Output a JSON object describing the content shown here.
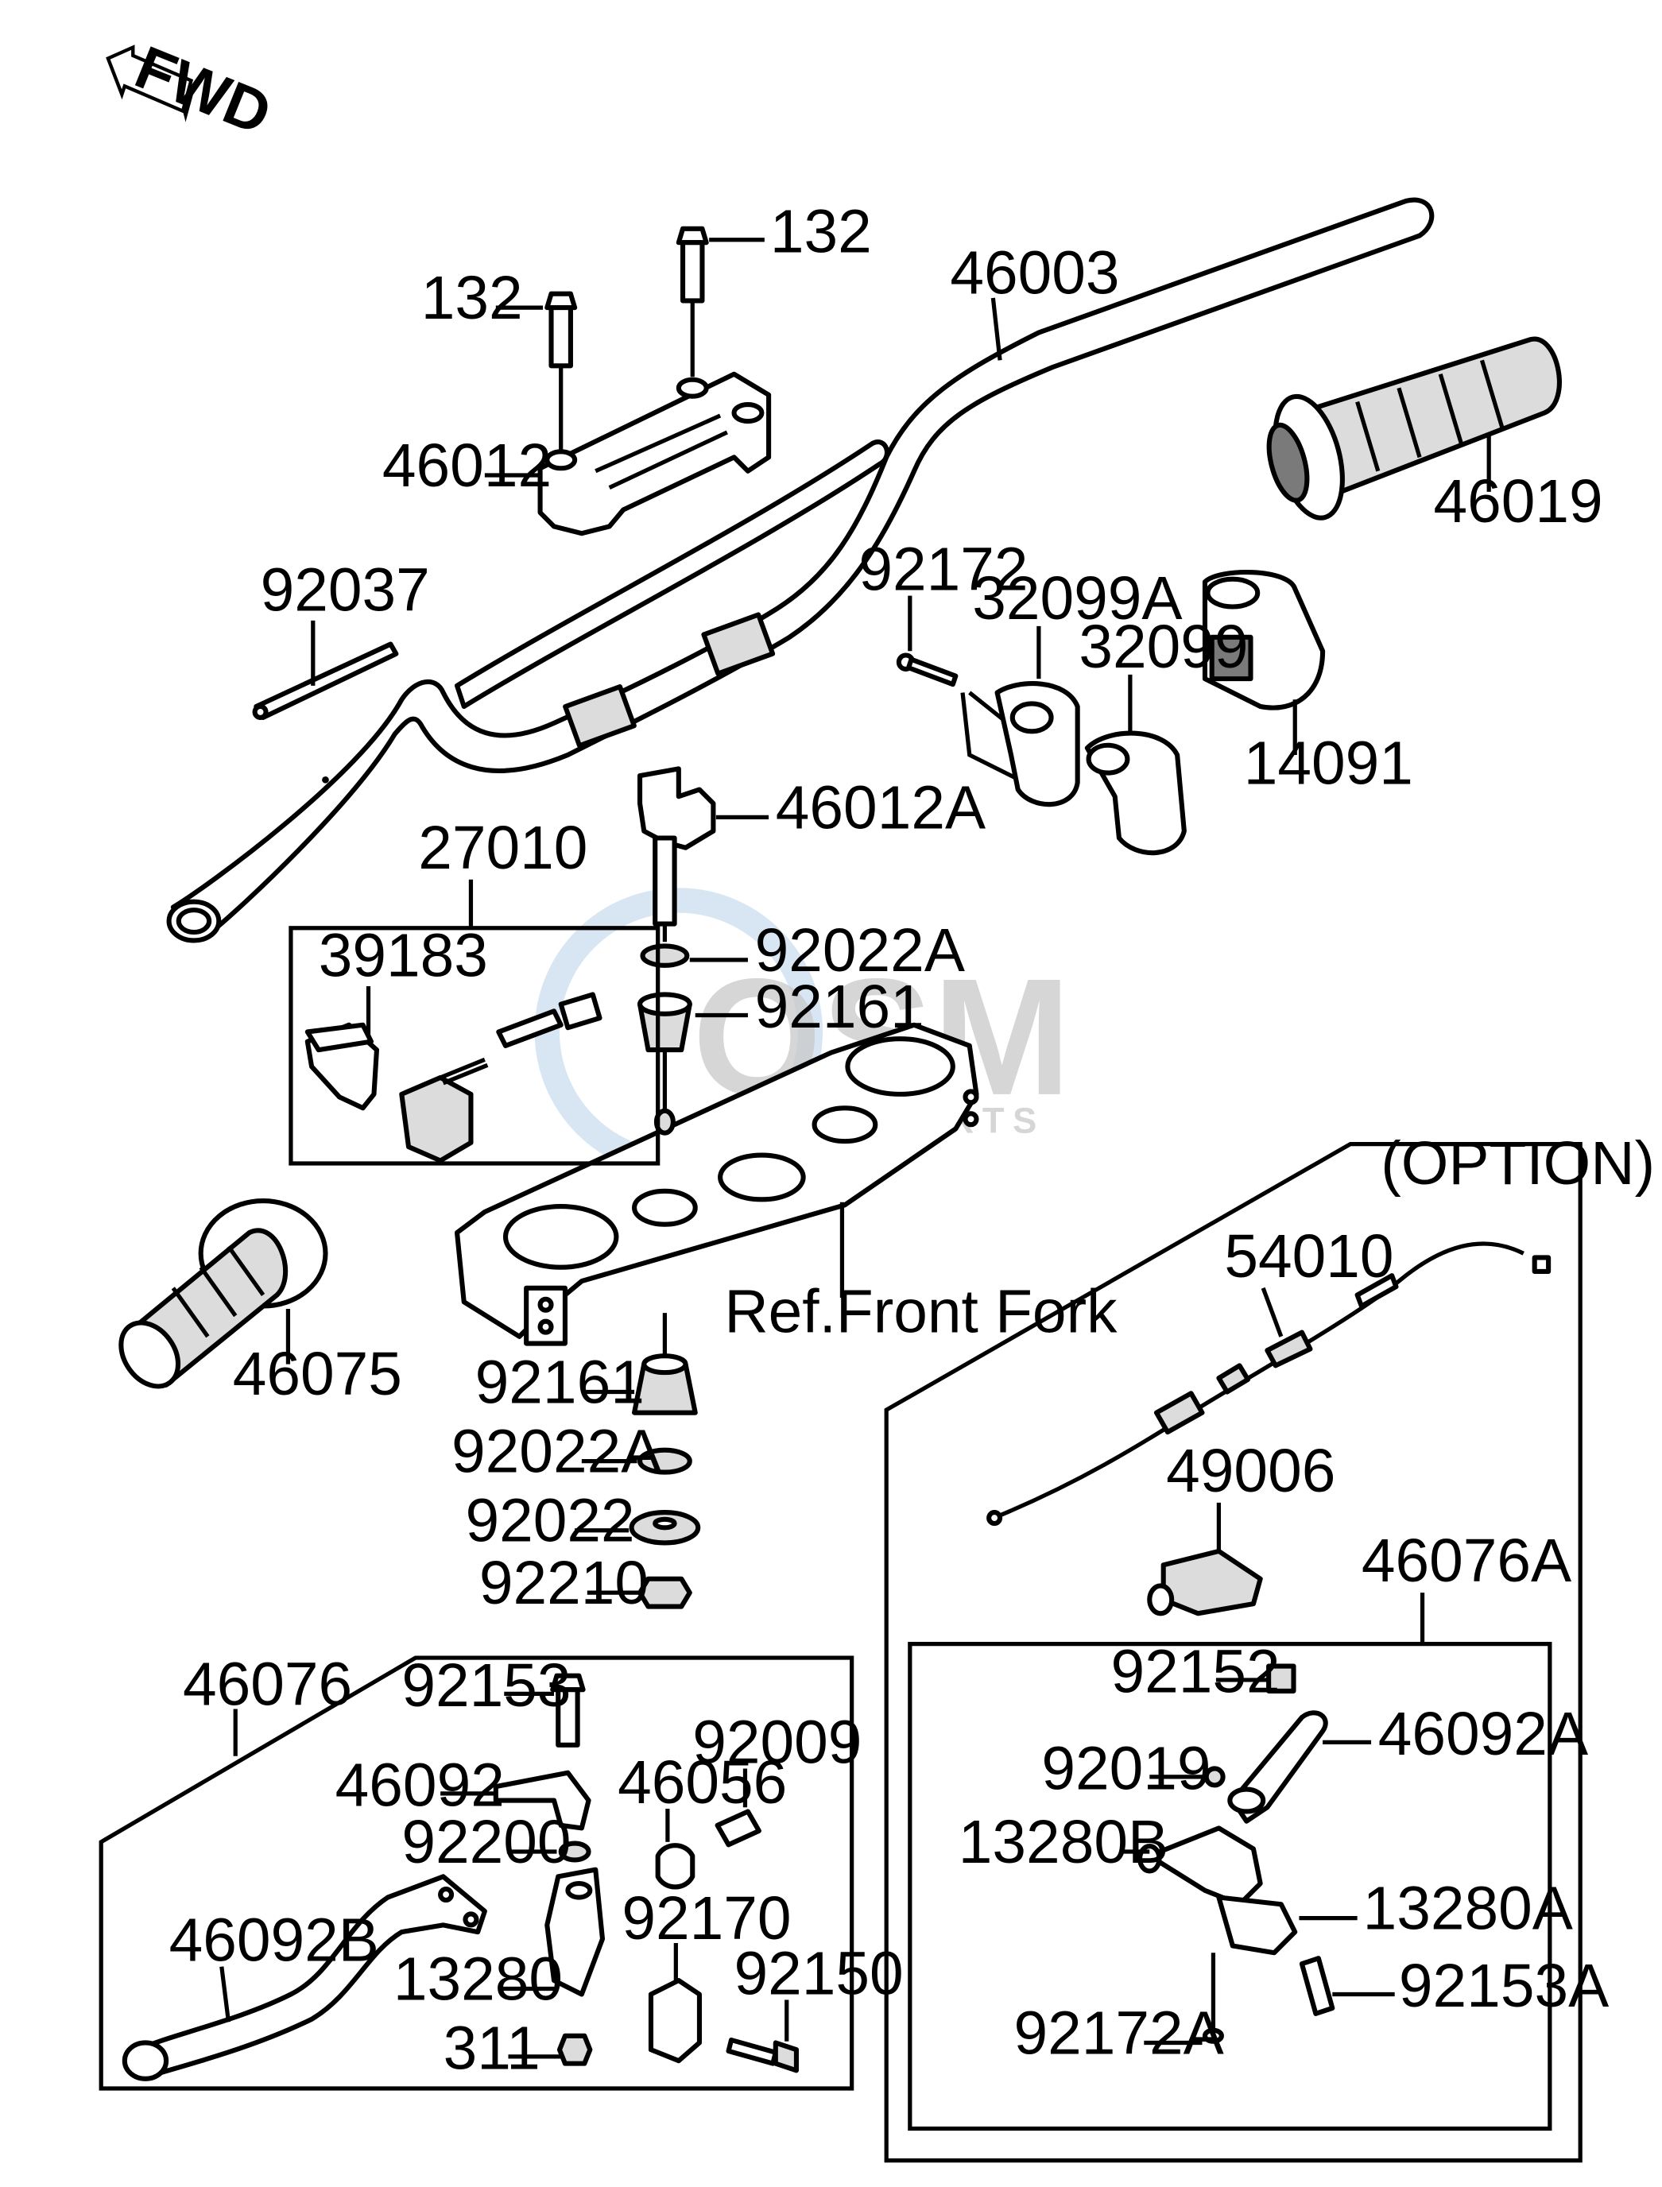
{
  "direction_badge": "FWD",
  "option_label": "(OPTION)",
  "watermark": {
    "logo": "OSM",
    "sub": "MOTORPARTS"
  },
  "parts": {
    "p132a": "132",
    "p132b": "132",
    "p46003": "46003",
    "p46012": "46012",
    "p46019": "46019",
    "p92037": "92037",
    "p92172": "92172",
    "p32099A": "32099A",
    "p32099": "32099",
    "p14091": "14091",
    "p46012A": "46012A",
    "p27010": "27010",
    "p39183": "39183",
    "p92022A_top": "92022A",
    "p92161_top": "92161",
    "ref_front_fork": "Ref.Front Fork",
    "p46075": "46075",
    "p92161_bot": "92161",
    "p92022A_bot": "92022A",
    "p92022": "92022",
    "p92210": "92210",
    "p54010": "54010",
    "p49006": "49006",
    "p46076A": "46076A",
    "p92152": "92152",
    "p46092A": "46092A",
    "p92019": "92019",
    "p13280B": "13280B",
    "p13280A": "13280A",
    "p92172A": "92172A",
    "p92153A": "92153A",
    "p46076": "46076",
    "p92153": "92153",
    "p92009": "92009",
    "p46092": "46092",
    "p46056": "46056",
    "p92200": "92200",
    "p92170": "92170",
    "p46092B": "46092B",
    "p92150": "92150",
    "p13280": "13280",
    "p311": "311"
  }
}
